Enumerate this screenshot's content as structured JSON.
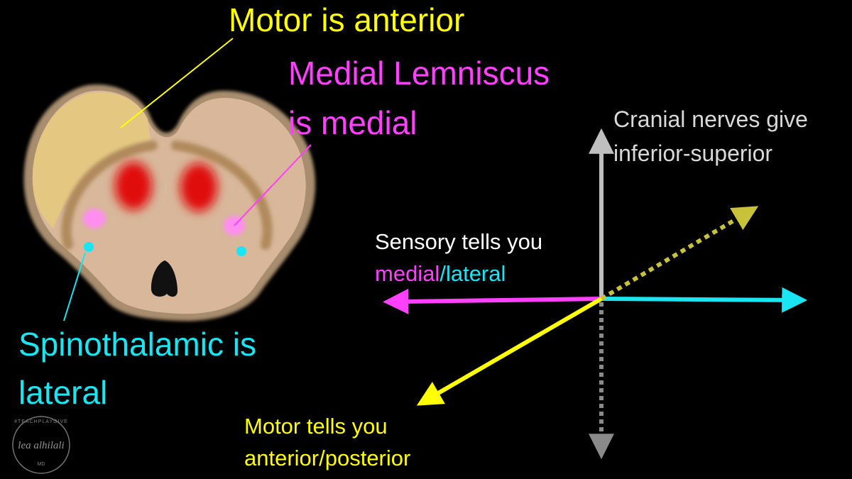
{
  "colors": {
    "background": "#000000",
    "motor": "#ffff00",
    "medial": "#ff40ff",
    "lateral": "#19e6f2",
    "cranial": "#bfbfbf",
    "text_white": "#ffffff",
    "tissue": "#d8b79a",
    "motor_region": "#e4c882",
    "nucleus_red": "#e01010"
  },
  "labels": {
    "motor_anterior": "Motor is anterior",
    "medial_lemniscus_line1": "Medial Lemniscus",
    "medial_lemniscus_line2": "is medial",
    "spinothalamic_line1": "Spinothalamic is",
    "spinothalamic_line2": "lateral",
    "cranial_line1": "Cranial nerves give",
    "cranial_line2": "inferior-superior",
    "sensory_line1": "Sensory tells you",
    "sensory_medial": "medial",
    "sensory_slash": "/",
    "sensory_lateral": "lateral",
    "motor_tells_line1": "Motor tells you",
    "motor_tells_line2": "anterior/posterior"
  },
  "watermark": {
    "signature": "lea alhilali",
    "tagline": "#TEACHPLAYGIVE",
    "suffix": "MD"
  }
}
